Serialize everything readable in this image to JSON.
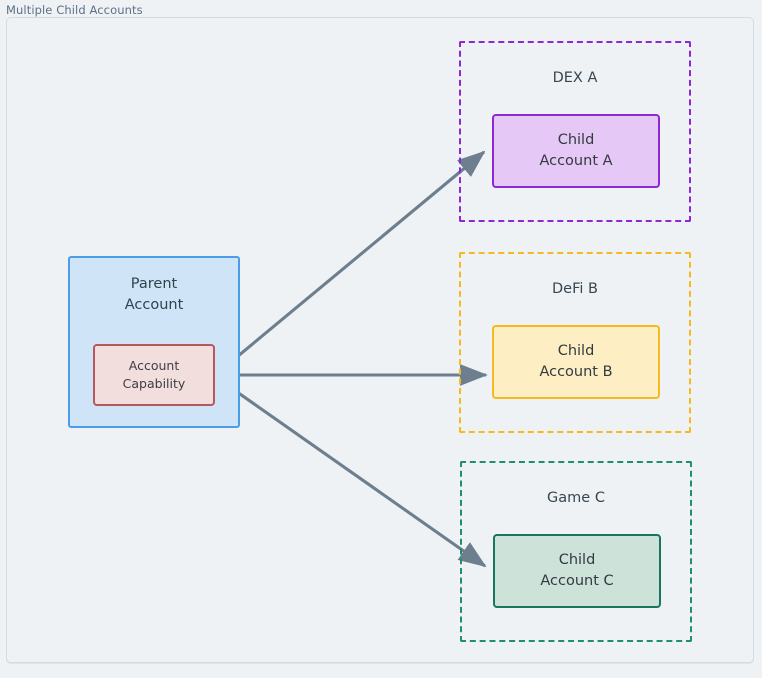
{
  "diagram": {
    "title": "Multiple Child Accounts",
    "background": "#eef2f5",
    "frame_border": "#d3dce4",
    "edge_color": "#6d7f8e"
  },
  "parent": {
    "label": "Parent\nAccount",
    "fill": "#cfe4f7",
    "stroke": "#4a9de8",
    "capability": {
      "label": "Account\nCapability",
      "fill": "#f3dede",
      "stroke": "#b4585c"
    }
  },
  "clusters": [
    {
      "id": "dex-a",
      "label": "DEX A",
      "stroke": "#8c28d4",
      "child": {
        "label": "Child\nAccount A",
        "fill": "#e5c8f5",
        "stroke": "#8c28d4"
      }
    },
    {
      "id": "defi-b",
      "label": "DeFi B",
      "stroke": "#f5b921",
      "child": {
        "label": "Child\nAccount B",
        "fill": "#fdefc3",
        "stroke": "#f5b921"
      }
    },
    {
      "id": "game-c",
      "label": "Game C",
      "stroke": "#1f8f6e",
      "child": {
        "label": "Child\nAccount C",
        "fill": "#cde3da",
        "stroke": "#19765c"
      }
    }
  ],
  "edges": [
    {
      "id": "edge-to-child-a",
      "from": "account-capability",
      "to": "child-account-a",
      "label": ""
    },
    {
      "id": "edge-to-child-b",
      "from": "account-capability",
      "to": "child-account-b",
      "label": ""
    },
    {
      "id": "edge-to-child-c",
      "from": "account-capability",
      "to": "child-account-c",
      "label": ""
    }
  ]
}
